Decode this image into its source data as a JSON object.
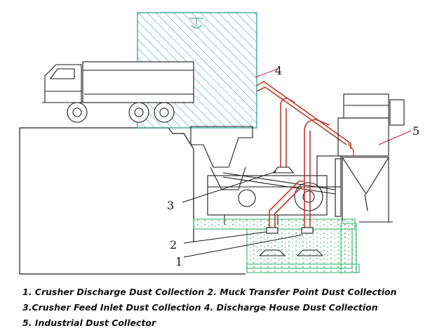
{
  "diagram": {
    "callouts": [
      {
        "id": "1",
        "label": "1"
      },
      {
        "id": "2",
        "label": "2"
      },
      {
        "id": "3",
        "label": "3"
      },
      {
        "id": "4",
        "label": "4"
      },
      {
        "id": "5",
        "label": "5"
      }
    ],
    "colors": {
      "line": "#1a1a1a",
      "hatch": "#1a9a8a",
      "duct": "#c0392b",
      "leader": "#c2185b",
      "concrete": "#27ae60"
    }
  },
  "caption": {
    "line1": "1. Crusher Discharge Dust Collection 2. Muck Transfer Point Dust Collection",
    "line2": "3.Crusher Feed Inlet Dust Collection 4. Discharge House Dust Collection",
    "line3": "5. Industrial Dust Collector"
  }
}
